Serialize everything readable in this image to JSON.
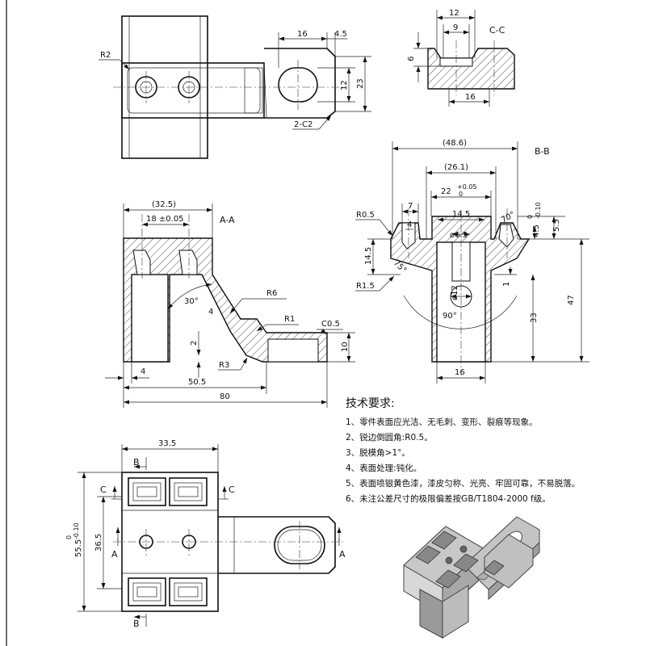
{
  "views": {
    "top": {
      "dims": {
        "d16": "16",
        "d4_5": "4.5",
        "d12": "12",
        "d23": "23",
        "r2": "R2",
        "c2": "2-C2"
      }
    },
    "cc": {
      "title": "C-C",
      "dims": {
        "d12": "12",
        "d9": "9",
        "d6": "6",
        "d16": "16"
      }
    },
    "aa": {
      "title": "A-A",
      "dims": {
        "d32_5": "(32.5)",
        "d18": "18 ±0.05",
        "r6": "R6",
        "r1": "R1",
        "c05": "C0.5",
        "a30": "30°",
        "d4a": "4",
        "d2": "2",
        "d10": "10",
        "d4b": "4",
        "r3": "R3",
        "d50_5": "50.5",
        "d80": "80"
      }
    },
    "bb": {
      "title": "B-B",
      "dims": {
        "d48_6": "(48.6)",
        "d26_1": "(26.1)",
        "d22": "22",
        "tol22": "+0.05",
        "tol22b": "0",
        "d7": "7",
        "d4": "4",
        "d14_5": "14.5",
        "phi6_5": "ø6.5",
        "a70": "70°",
        "a75": "75°",
        "r05": "R0.5",
        "d14_5v": "14.5",
        "r1_5": "R1.5",
        "phi12": "ø12",
        "a90": "90°",
        "d1": "1",
        "d4_5": "4.5",
        "tol4_5a": "0",
        "tol4_5b": "-0.10",
        "d5_5": "5.5",
        "d33": "33",
        "d47": "47",
        "d16": "16"
      }
    },
    "front": {
      "dims": {
        "d33_5": "33.5",
        "d36_5": "36.5",
        "d55_5": "55.5",
        "tol55a": "0",
        "tol55b": "-0.10"
      },
      "markers": {
        "b": "B",
        "c": "C",
        "a": "A"
      }
    }
  },
  "requirements": {
    "title": "技术要求:",
    "items": [
      "1、零件表面应光洁、无毛刺、变形、裂痕等现象。",
      "2、锐边倒圆角:R0.5。",
      "3、脱模角>1°。",
      "4、表面处理:钝化。",
      "5、表面喷银黄色漆，漆皮匀称、光亮、牢固可靠，不易脱落。",
      "6、未注公差尺寸的极限偏差按GB/T1804-2000 f级。"
    ]
  }
}
